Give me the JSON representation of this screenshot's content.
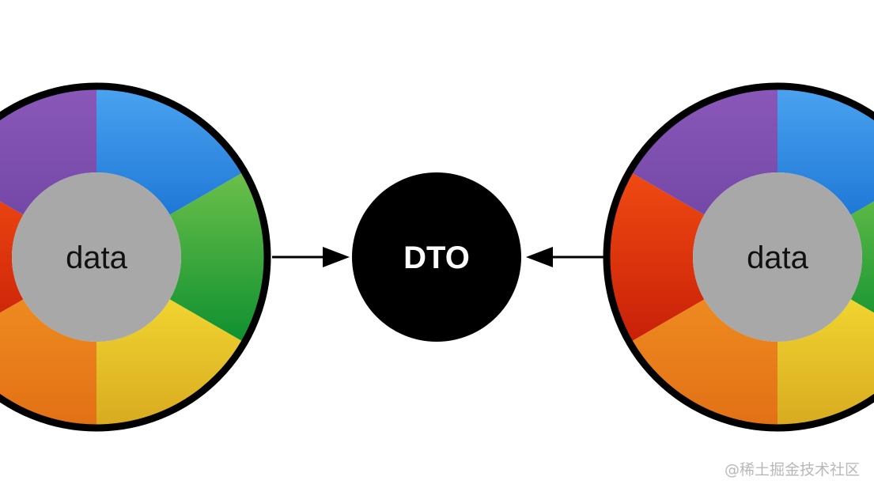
{
  "left_node": {
    "label": "data"
  },
  "center_node": {
    "label": "DTO"
  },
  "right_node": {
    "label": "data"
  },
  "segment_colors": [
    {
      "name": "blue",
      "top": "#4ba3f0",
      "bottom": "#1f78d6"
    },
    {
      "name": "green",
      "top": "#6cc04a",
      "bottom": "#0e9030"
    },
    {
      "name": "yellow",
      "top": "#f0d430",
      "bottom": "#d8aa20"
    },
    {
      "name": "orange",
      "top": "#ee8a20",
      "bottom": "#e27015"
    },
    {
      "name": "red",
      "top": "#f04a12",
      "bottom": "#c82008"
    },
    {
      "name": "purple",
      "top": "#8a58b8",
      "bottom": "#7448a8"
    }
  ],
  "hub_color": "#a8a8a8",
  "watermark": "@稀土掘金技术社区"
}
